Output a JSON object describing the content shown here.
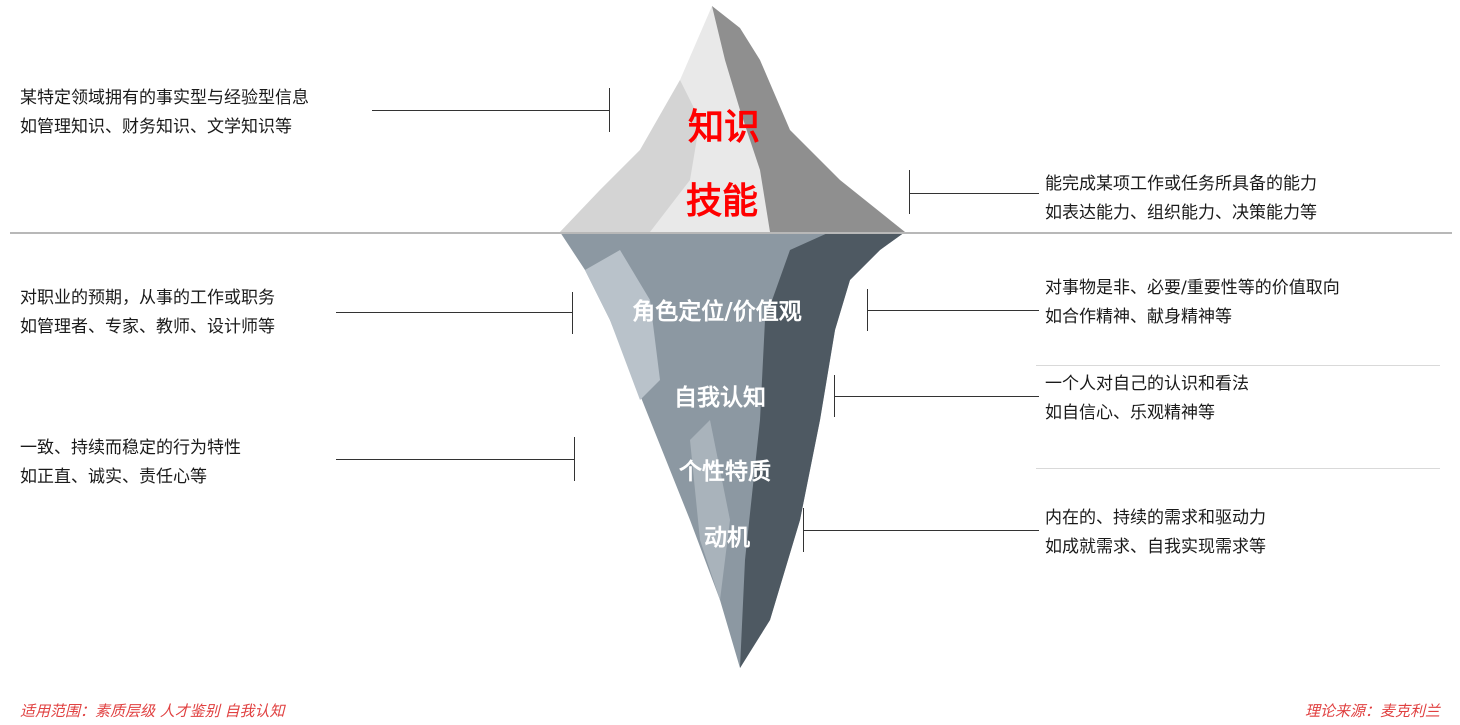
{
  "iceberg": {
    "above": [
      "知识",
      "技能"
    ],
    "below": [
      "角色定位/价值观",
      "自我认知",
      "个性特质",
      "动机"
    ]
  },
  "annotations": {
    "knowledge": {
      "line1": "某特定领域拥有的事实型与经验型信息",
      "line2": "如管理知识、财务知识、文学知识等"
    },
    "skill": {
      "line1": "能完成某项工作或任务所具备的能力",
      "line2": "如表达能力、组织能力、决策能力等"
    },
    "role": {
      "line1": "对职业的预期，从事的工作或职务",
      "line2": "如管理者、专家、教师、设计师等"
    },
    "values": {
      "line1": "对事物是非、必要/重要性等的价值取向",
      "line2": "如合作精神、献身精神等"
    },
    "self_concept": {
      "line1": "一个人对自己的认识和看法",
      "line2": "如自信心、乐观精神等"
    },
    "traits": {
      "line1": "一致、持续而稳定的行为特性",
      "line2": "如正直、诚实、责任心等"
    },
    "motive": {
      "line1": "内在的、持续的需求和驱动力",
      "line2": "如成就需求、自我实现需求等"
    }
  },
  "footer": {
    "left": "适用范围：素质层级 人才鉴别 自我认知",
    "right": "理论来源：麦克利兰"
  },
  "colors": {
    "accent_red": "#ff0000",
    "footer_red": "#e04040",
    "ice_light": "#e8e8e8",
    "ice_dark": "#8a8a8a",
    "water_ice": "#8e99a3",
    "water_ice_dark": "#4f5a63"
  }
}
